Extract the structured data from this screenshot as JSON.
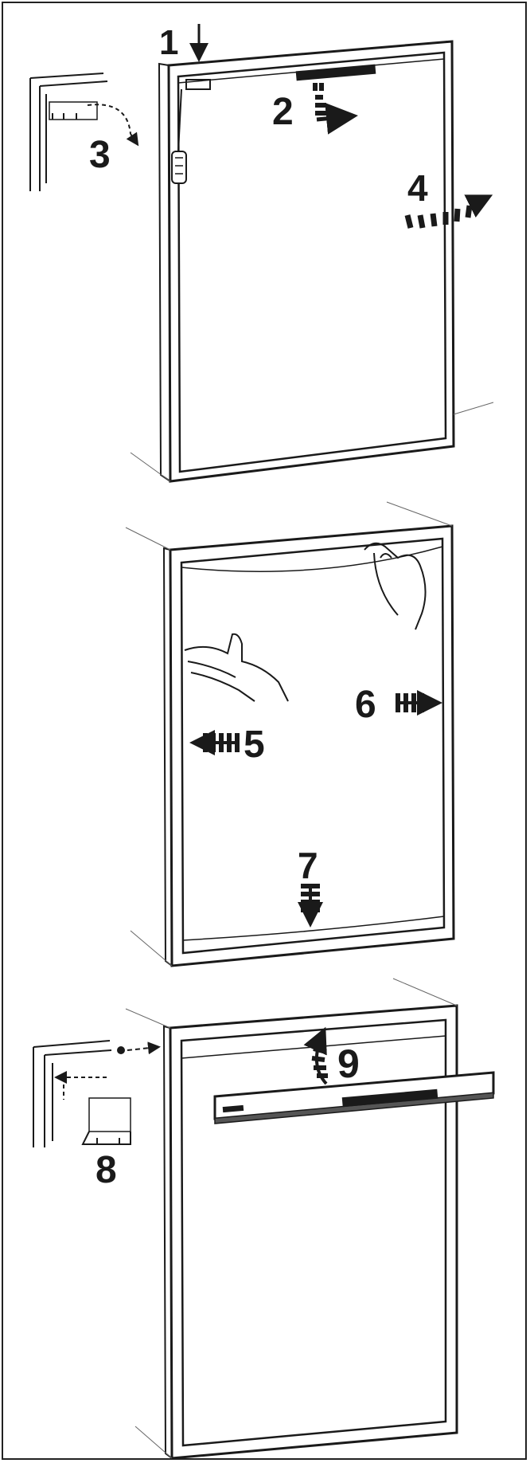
{
  "diagram": {
    "panels": [
      {
        "id": "panel-1",
        "steps": [
          "1",
          "2",
          "3",
          "4"
        ]
      },
      {
        "id": "panel-2",
        "steps": [
          "5",
          "6",
          "7"
        ]
      },
      {
        "id": "panel-3",
        "steps": [
          "8",
          "9"
        ]
      }
    ],
    "step_labels": {
      "s1": "1",
      "s2": "2",
      "s3": "3",
      "s4": "4",
      "s5": "5",
      "s6": "6",
      "s7": "7",
      "s8": "8",
      "s9": "9"
    },
    "colors": {
      "ink": "#1a1a1a",
      "paper": "#ffffff",
      "shade": "#555555"
    }
  }
}
